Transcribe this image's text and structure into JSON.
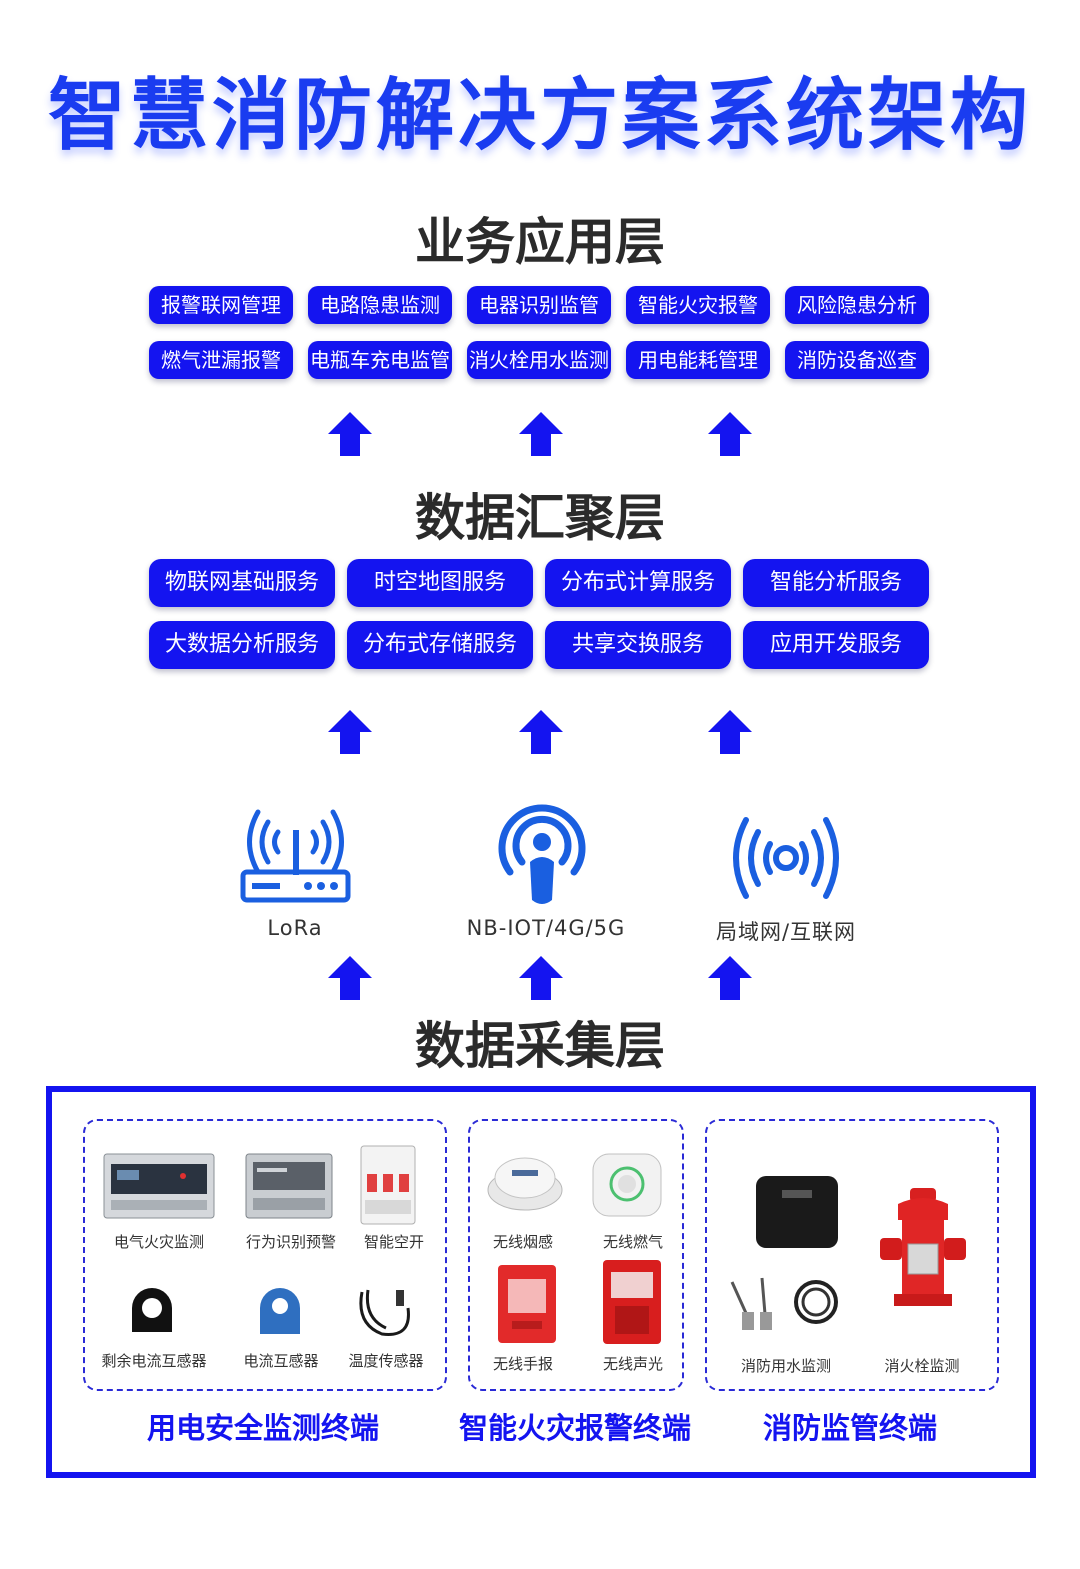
{
  "title": "智慧消防解决方案系统架构",
  "layers": {
    "application": {
      "title": "业务应用层",
      "items": [
        "报警联网管理",
        "电路隐患监测",
        "电器识别监管",
        "智能火灾报警",
        "风险隐患分析",
        "燃气泄漏报警",
        "电瓶车充电监管",
        "消火栓用水监测",
        "用电能耗管理",
        "消防设备巡查"
      ]
    },
    "data": {
      "title": "数据汇聚层",
      "items": [
        "物联网基础服务",
        "时空地图服务",
        "分布式计算服务",
        "智能分析服务",
        "大数据分析服务",
        "分布式存储服务",
        "共享交换服务",
        "应用开发服务"
      ]
    },
    "network": {
      "items": [
        "LoRa",
        "NB-IOT/4G/5G",
        "局域网/互联网"
      ]
    },
    "collection": {
      "title": "数据采集层",
      "groups": [
        {
          "title": "用电安全监测终端",
          "devices": [
            "电气火灾监测",
            "行为识别预警",
            "智能空开",
            "剩余电流互感器",
            "电流互感器",
            "温度传感器"
          ]
        },
        {
          "title": "智能火灾报警终端",
          "devices": [
            "无线烟感",
            "无线燃气",
            "无线手报",
            "无线声光"
          ]
        },
        {
          "title": "消防监管终端",
          "devices": [
            "消防用水监测",
            "消火栓监测"
          ]
        }
      ]
    }
  },
  "colors": {
    "accent": "#1414f0",
    "title_blue": "#1a3cf0",
    "icon_blue": "#1a5fe0"
  }
}
